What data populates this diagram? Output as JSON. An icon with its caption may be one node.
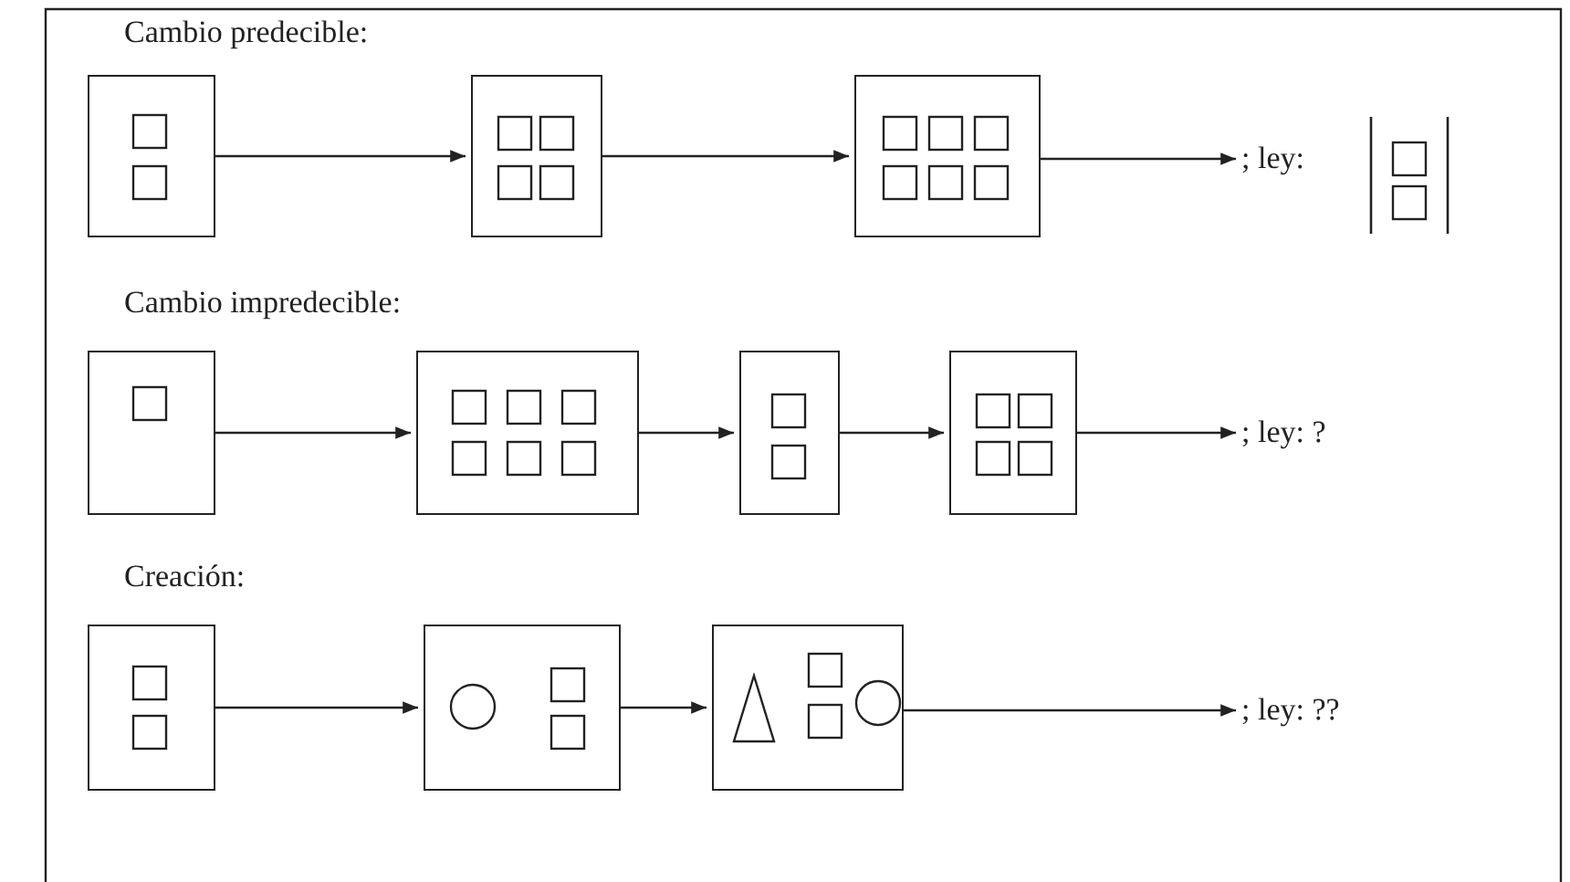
{
  "diagram": {
    "nodes": [
      {
        "text": [],
        "shape": "box"
      },
      {
        "text": [],
        "shape": "box"
      },
      {
        "text": [],
        "shape": "box"
      },
      {
        "text": [
          "; ley:"
        ]
      },
      {
        "text": [],
        "shape": "box"
      },
      {
        "text": [],
        "shape": "box"
      },
      {
        "text": [],
        "shape": "box"
      },
      {
        "text": [],
        "shape": "box"
      },
      {
        "text": [
          "; ley: ?"
        ]
      },
      {
        "text": [],
        "shape": "box"
      },
      {
        "text": [],
        "shape": "box"
      },
      {
        "text": [],
        "shape": "box"
      },
      {
        "text": [
          "; ley: ??"
        ]
      }
    ],
    "edges": [
      {
        "from": 0,
        "to": 1,
        "arrow": "to"
      },
      {
        "from": 1,
        "to": 2,
        "arrow": "to"
      },
      {
        "from": 2,
        "to": 3,
        "arrow": "to"
      },
      {
        "from": 4,
        "to": 5,
        "arrow": "to"
      },
      {
        "from": 5,
        "to": 6,
        "arrow": "to"
      },
      {
        "from": 6,
        "to": 7,
        "arrow": "to"
      },
      {
        "from": 7,
        "to": 8,
        "arrow": "to"
      },
      {
        "from": 9,
        "to": 10,
        "arrow": "to"
      },
      {
        "from": 10,
        "to": 11,
        "arrow": "to"
      },
      {
        "from": 11,
        "to": 12,
        "arrow": "to"
      }
    ],
    "labels": [
      "Cambio predecible:",
      "Cambio impredecible:",
      "Creación:"
    ]
  }
}
